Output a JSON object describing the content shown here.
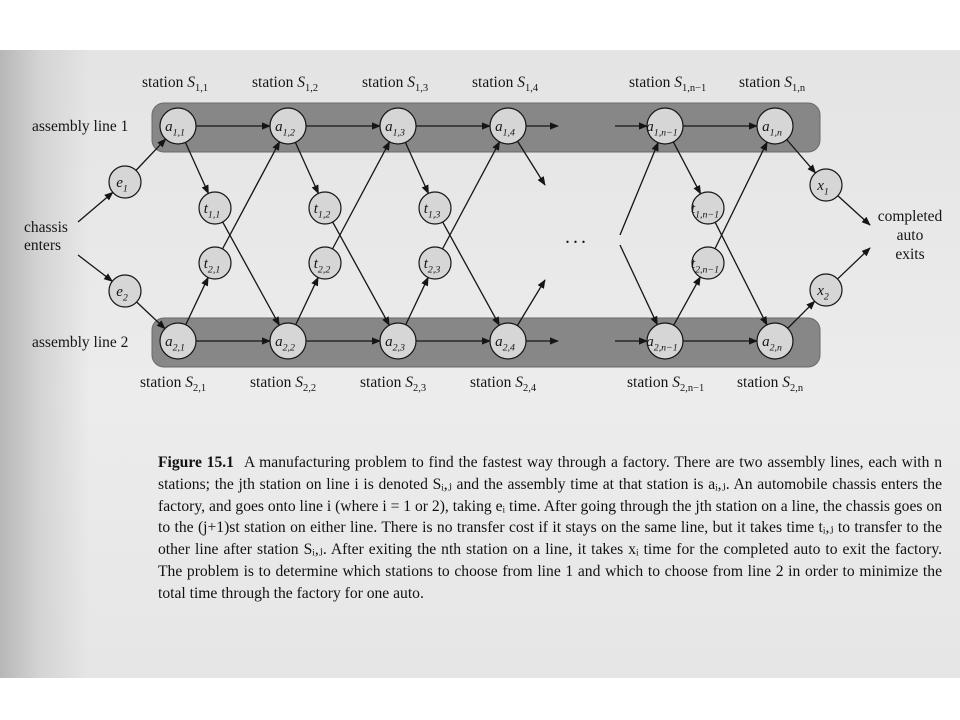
{
  "diagram": {
    "line1_label": "assembly line 1",
    "line2_label": "assembly line 2",
    "chassis_label": [
      "chassis",
      "enters"
    ],
    "exit_label": [
      "completed",
      "auto",
      "exits"
    ],
    "ellipsis": "...",
    "station_prefix": "station",
    "top_station_subs": [
      "1,1",
      "1,2",
      "1,3",
      "1,4",
      "1,n−1",
      "1,n"
    ],
    "bottom_station_subs": [
      "2,1",
      "2,2",
      "2,3",
      "2,4",
      "2,n−1",
      "2,n"
    ],
    "line1_nodes": [
      "1,1",
      "1,2",
      "1,3",
      "1,4",
      "1,n−1",
      "1,n"
    ],
    "line2_nodes": [
      "2,1",
      "2,2",
      "2,3",
      "2,4",
      "2,n−1",
      "2,n"
    ],
    "transfer_top": [
      "1,1",
      "1,2",
      "1,3",
      "1,n−1"
    ],
    "transfer_bottom": [
      "2,1",
      "2,2",
      "2,3",
      "2,n−1"
    ],
    "entry_nodes": [
      "1",
      "2"
    ],
    "exit_nodes": [
      "1",
      "2"
    ]
  },
  "caption": {
    "figure_label": "Figure 15.1",
    "text": "A manufacturing problem to find the fastest way through a factory. There are two assembly lines, each with n stations; the jth station on line i is denoted Sᵢ,ⱼ and the assembly time at that station is aᵢ,ⱼ. An automobile chassis enters the factory, and goes onto line i (where i = 1 or 2), taking eᵢ time. After going through the jth station on a line, the chassis goes on to the (j+1)st station on either line. There is no transfer cost if it stays on the same line, but it takes time tᵢ,ⱼ to transfer to the other line after station Sᵢ,ⱼ. After exiting the nth station on a line, it takes xᵢ time for the completed auto to exit the factory. The problem is to determine which stations to choose from line 1 and which to choose from line 2 in order to minimize the total time through the factory for one auto."
  },
  "colors": {
    "band": "#878787",
    "band_stroke": "#6a6a6a",
    "node_fill": "#d6d6d6",
    "ink": "#151515"
  }
}
